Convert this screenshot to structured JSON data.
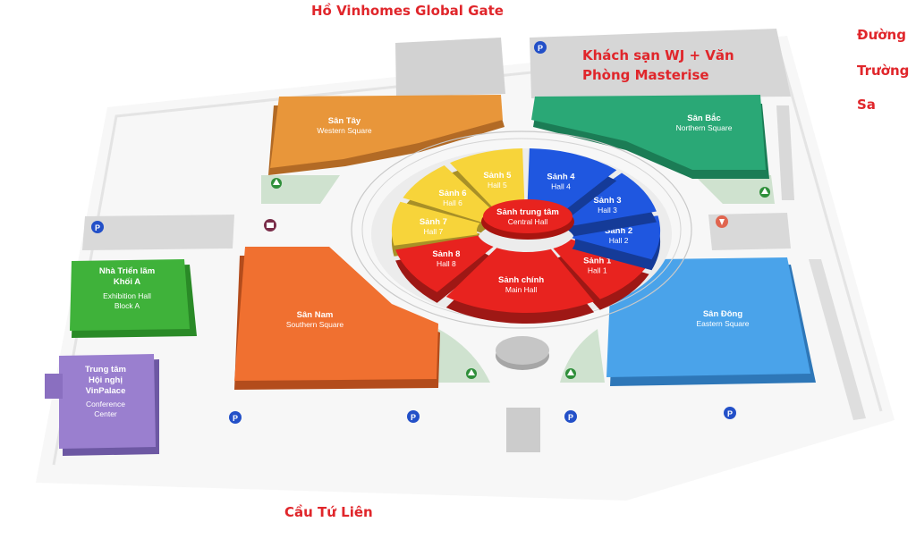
{
  "external_labels": {
    "north": "Hồ Vinhomes Global Gate",
    "hotel": "Khách sạn WJ + Văn\nPhòng Masterise",
    "east_line1": "Đường",
    "east_line2": "Trường",
    "east_line3": "Sa",
    "south": "Cầu Tứ Liên"
  },
  "central_hall": {
    "name": "Sảnh trung tâm",
    "sub": "Central Hall"
  },
  "halls": [
    {
      "name": "Sảnh 1",
      "sub": "Hall 1",
      "color": "#e8231f"
    },
    {
      "name": "Sảnh 2",
      "sub": "Hall 2",
      "color": "#1f57e0"
    },
    {
      "name": "Sảnh 3",
      "sub": "Hall 3",
      "color": "#1f57e0"
    },
    {
      "name": "Sảnh 4",
      "sub": "Hall 4",
      "color": "#1f57e0"
    },
    {
      "name": "Sảnh 5",
      "sub": "Hall 5",
      "color": "#f7d43a"
    },
    {
      "name": "Sảnh 6",
      "sub": "Hall 6",
      "color": "#f7d43a"
    },
    {
      "name": "Sảnh 7",
      "sub": "Hall 7",
      "color": "#f7d43a"
    },
    {
      "name": "Sảnh 8",
      "sub": "Hall 8",
      "color": "#e8231f"
    },
    {
      "name": "Sảnh chính",
      "sub": "Main Hall",
      "color": "#e8231f"
    }
  ],
  "squares": {
    "west": {
      "name": "Sân Tây",
      "sub": "Western Square",
      "color": "#e8963a"
    },
    "north": {
      "name": "Sân Bắc",
      "sub": "Northern Square",
      "color": "#2aa876"
    },
    "south": {
      "name": "Sân Nam",
      "sub": "Southern Square",
      "color": "#f07030"
    },
    "east": {
      "name": "Sân Đông",
      "sub": "Eastern Square",
      "color": "#4aa3ea"
    }
  },
  "exhibition_block_a": {
    "line1": "Nhà Triển lãm",
    "line2": "Khối A",
    "sub1": "Exhibition Hall",
    "sub2": "Block A",
    "color": "#3fb23a"
  },
  "vinpalace": {
    "line1": "Trung tâm",
    "line2": "Hội nghị",
    "line3": "VinPalace",
    "sub1": "Conference",
    "sub2": "Center",
    "color": "#9a7fcf"
  },
  "parking_label": "P",
  "icons": [
    "parking-icon",
    "tree-icon",
    "shop-icon",
    "restaurant-icon"
  ],
  "colors": {
    "label_red": "#e0262b",
    "parking_blue": "#2350c8",
    "lawn": "#cfe2cf",
    "building_gray": "#d6d6d6"
  }
}
